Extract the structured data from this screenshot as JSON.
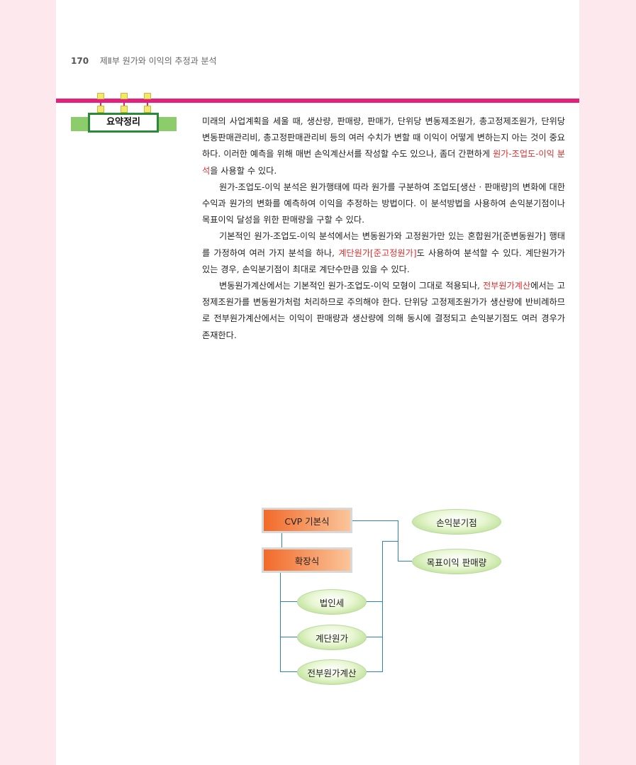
{
  "header": {
    "page_number": "170",
    "chapter": "제Ⅱ부 원가와 이익의 추정과 분석"
  },
  "section_label": "요약정리",
  "paragraphs": [
    {
      "segments": [
        {
          "text": "미래의 사업계획을 세울 때, 생산량, 판매량, 판매가, 단위당 변동제조원가, 총고정제조원가, 단위당 변동판매관리비, 총고정판매관리비 등의 여러 수치가 변할 때 이익이 어떻게 변하는지 아는 것이 중요하다. 이러한 예측을 위해 매번 손익계산서를 작성할 수도 있으나, 좀더 간편하게 ",
          "hl": false
        },
        {
          "text": "원가-조업도-이익 분석",
          "hl": true
        },
        {
          "text": "을 사용할 수 있다.",
          "hl": false
        }
      ]
    },
    {
      "segments": [
        {
          "text": "원가-조업도-이익 분석은 원가행태에 따라 원가를 구분하여 조업도[생산 · 판매량]의 변화에 대한 수익과 원가의 변화를 예측하여 이익을 추정하는 방법이다. 이 분석방법을 사용하여 손익분기점이나 목표이익 달성을 위한 판매량을 구할 수 있다.",
          "hl": false
        }
      ]
    },
    {
      "segments": [
        {
          "text": "기본적인 원가-조업도-이익 분석에서는 변동원가와 고정원가만 있는 혼합원가[준변동원가] 행태를 가정하여 여러 가지 분석을 하나, ",
          "hl": false
        },
        {
          "text": "계단원가[준고정원가]",
          "hl": true
        },
        {
          "text": "도 사용하여 분석할 수 있다. 계단원가가 있는 경우, 손익분기점이 최대로 계단수만큼 있을 수 있다.",
          "hl": false
        }
      ]
    },
    {
      "segments": [
        {
          "text": "변동원가계산에서는 기본적인 원가-조업도-이익 모형이 그대로 적용되나, ",
          "hl": false
        },
        {
          "text": "전부원가계산",
          "hl": true
        },
        {
          "text": "에서는 고정제조원가를 변동원가처럼 처리하므로 주의해야 한다. 단위당 고정제조원가가 생산량에 반비례하므로 전부원가계산에서는 이익이 판매량과 생산량에 의해 동시에 결정되고 손익분기점도 여러 경우가 존재한다.",
          "hl": false
        }
      ]
    }
  ],
  "diagram": {
    "cvp_basic": "CVP 기본식",
    "extended": "확장식",
    "break_even": "손익분기점",
    "target_sales": "목표이익 판매량",
    "corporate_tax": "법인세",
    "step_cost": "계단원가",
    "absorption": "전부원가계산"
  },
  "colors": {
    "accent_pink": "#e3217a",
    "highlight_red": "#e03030",
    "green_label": "#2a8a3a",
    "connector_blue": "#2a86b4"
  }
}
